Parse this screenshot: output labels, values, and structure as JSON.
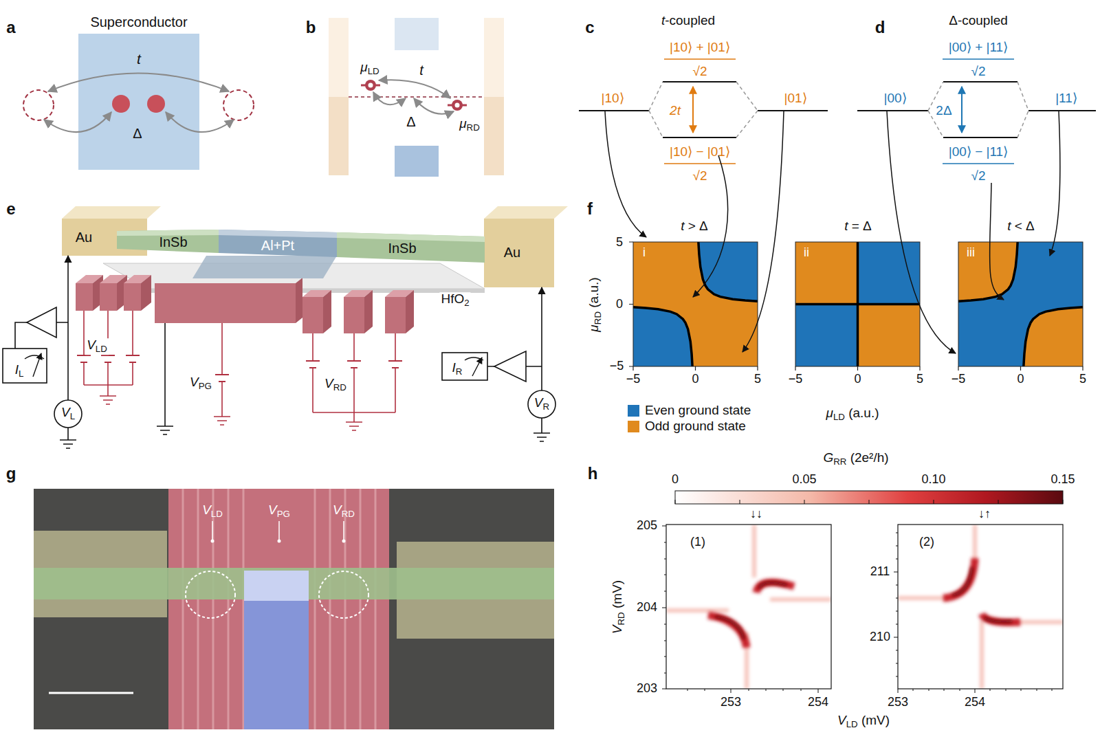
{
  "diagram": {
    "nodes": [
      {
        "text": [
          "Superconductor"
        ]
      },
      {
        "text": [
          "Au"
        ]
      },
      {
        "text": [
          "Au"
        ]
      },
      {
        "text": [
          "IL"
        ]
      },
      {
        "text": [
          "VL"
        ]
      },
      {
        "text": [
          "IR"
        ]
      },
      {
        "text": [
          "VR"
        ]
      }
    ],
    "edges": [
      {
        "from": 4,
        "to": 1,
        "arrow": "to"
      },
      {
        "from": 6,
        "to": 2,
        "arrow": "to"
      }
    ],
    "labels": [
      "a",
      "b",
      "c",
      "d",
      "t",
      "Δ",
      "μLD",
      "t",
      "Δ",
      "μRD",
      "t-coupled",
      "|10⟩",
      "|10⟩ + |01⟩",
      "√2",
      "2t",
      "|10⟩ − |01⟩",
      "√2",
      "|01⟩",
      "Δ-coupled",
      "|00⟩",
      "|00⟩ + |11⟩",
      "√2",
      "2Δ",
      "|00⟩ − |11⟩",
      "√2",
      "|11⟩",
      "e",
      "InSb",
      "Al+Pt",
      "InSb",
      "HfO2",
      "VLD",
      "VPG",
      "VRD",
      "f",
      "t > Δ",
      "t = Δ",
      "t < Δ",
      "i",
      "ii",
      "iii",
      "5",
      "0",
      "−5",
      "μRD (a.u.)",
      "−5",
      "0",
      "5",
      "−5",
      "0",
      "5",
      "−5",
      "0",
      "5",
      "μLD (a.u.)",
      "g",
      "VLD",
      "VPG",
      "VRD",
      "h",
      "GRR (2e²/h)",
      "0",
      "0.05",
      "0.10",
      "0.15",
      "↓↓",
      "↓↑",
      "(1)",
      "(2)",
      "205",
      "204",
      "203",
      "211",
      "210",
      "253",
      "254",
      "253",
      "254",
      "VRD (mV)",
      "VLD (mV)"
    ],
    "legend": [
      {
        "text": "Even ground state",
        "color": "#1f74b8"
      },
      {
        "text": "Odd ground state",
        "color": "#e08a1e"
      }
    ]
  }
}
